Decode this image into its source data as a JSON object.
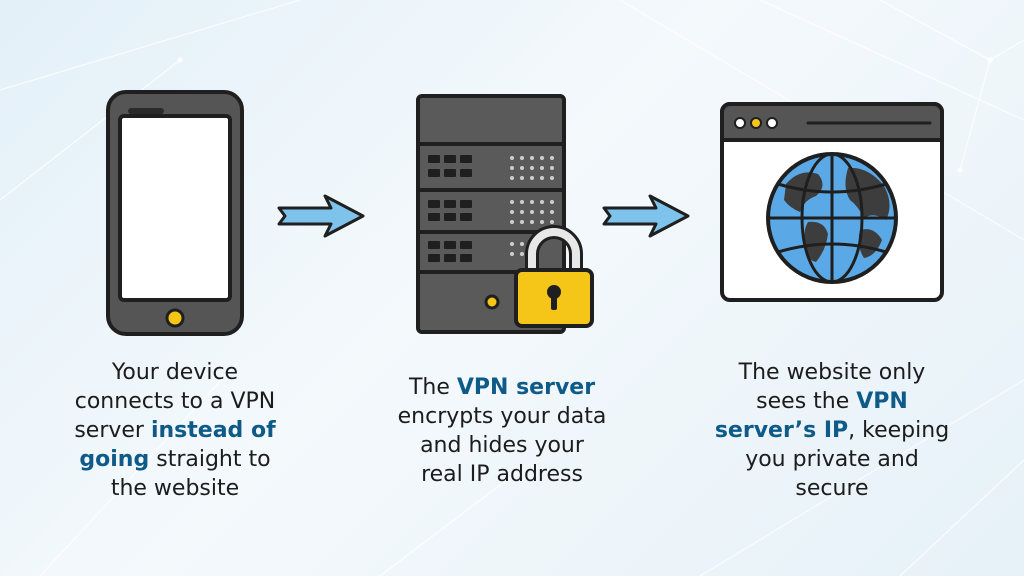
{
  "colors": {
    "outline": "#1f1f1f",
    "device_gray": "#555555",
    "server_gray": "#5a5a5a",
    "arrow_blue": "#7ec3ec",
    "globe_blue": "#5aa9e6",
    "lock_yellow": "#f5c518",
    "highlight_blue": "#0e5a88",
    "background": "#e9f3f9"
  },
  "steps": [
    {
      "icon": "smartphone-icon",
      "caption": {
        "lines": [
          [
            {
              "text": "Your device"
            }
          ],
          [
            {
              "text": "connects to a VPN"
            }
          ],
          [
            {
              "text": "server "
            },
            {
              "text": "instead of",
              "highlight": true
            }
          ],
          [
            {
              "text": "going",
              "highlight": true
            },
            {
              "text": " straight to"
            }
          ],
          [
            {
              "text": "the website"
            }
          ]
        ]
      }
    },
    {
      "icon": "server-lock-icon",
      "caption": {
        "lines": [
          [
            {
              "text": "The "
            },
            {
              "text": "VPN server",
              "highlight": true
            }
          ],
          [
            {
              "text": "encrypts your data"
            }
          ],
          [
            {
              "text": "and hides your"
            }
          ],
          [
            {
              "text": "real IP address"
            }
          ]
        ]
      }
    },
    {
      "icon": "browser-globe-icon",
      "caption": {
        "lines": [
          [
            {
              "text": "The website only"
            }
          ],
          [
            {
              "text": "sees the "
            },
            {
              "text": "VPN",
              "highlight": true
            }
          ],
          [
            {
              "text": "server’s IP",
              "highlight": true
            },
            {
              "text": ", keeping"
            }
          ],
          [
            {
              "text": "you private and"
            }
          ],
          [
            {
              "text": "secure"
            }
          ]
        ]
      }
    }
  ],
  "connectors": [
    "arrow-right-icon",
    "arrow-right-icon"
  ]
}
